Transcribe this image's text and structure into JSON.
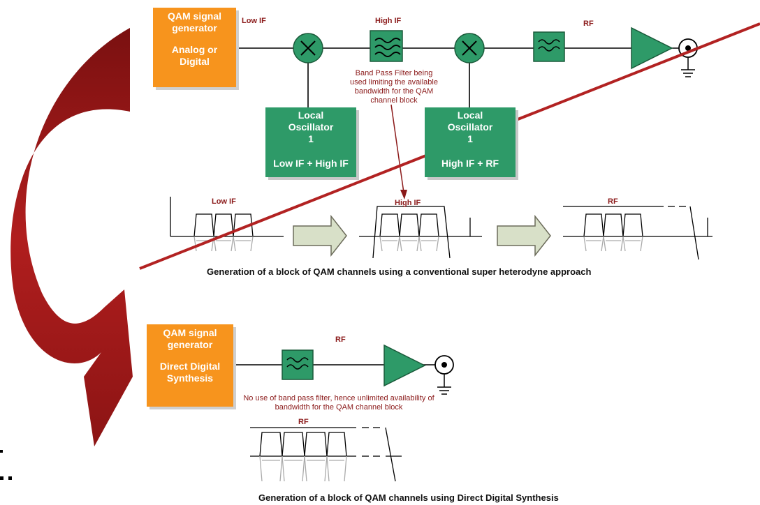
{
  "top": {
    "generator": {
      "title": "QAM signal generator",
      "subtitle": "Analog or Digital"
    },
    "label_low_if": "Low IF",
    "label_high_if": "High IF",
    "label_rf": "RF",
    "bpf_note": "Band Pass Filter being used limiting the available bandwidth for the QAM channel block",
    "lo1": {
      "title": "Local Oscillator",
      "number": "1",
      "freq": "Low IF + High IF"
    },
    "lo2": {
      "title": "Local Oscillator",
      "number": "1",
      "freq": "High IF + RF"
    },
    "spectrum_low_if": "Low IF",
    "spectrum_high_if": "High IF",
    "spectrum_rf": "RF",
    "caption": "Generation of a block of QAM channels using a conventional super heterodyne approach"
  },
  "bottom": {
    "generator": {
      "title": "QAM signal generator",
      "subtitle": "Direct Digital Synthesis"
    },
    "label_rf": "RF",
    "filter_note": "No use of band pass filter, hence unlimited availability of bandwidth for the QAM channel block",
    "spectrum_rf": "RF",
    "caption": "Generation of a block of QAM channels using Direct Digital Synthesis"
  },
  "colors": {
    "generator": "#f7941d",
    "component": "#2e9a68",
    "annotation": "#8b1a1a",
    "strike_line": "#b22222",
    "curved_arrow": "#9e1b1b",
    "flow_arrow": "#d8e0c8"
  },
  "icons": [
    "mixer-icon",
    "bandpass-filter-icon",
    "amplifier-icon",
    "antenna-connector-icon",
    "ground-icon",
    "flow-arrow-icon",
    "curved-arrow-icon"
  ]
}
